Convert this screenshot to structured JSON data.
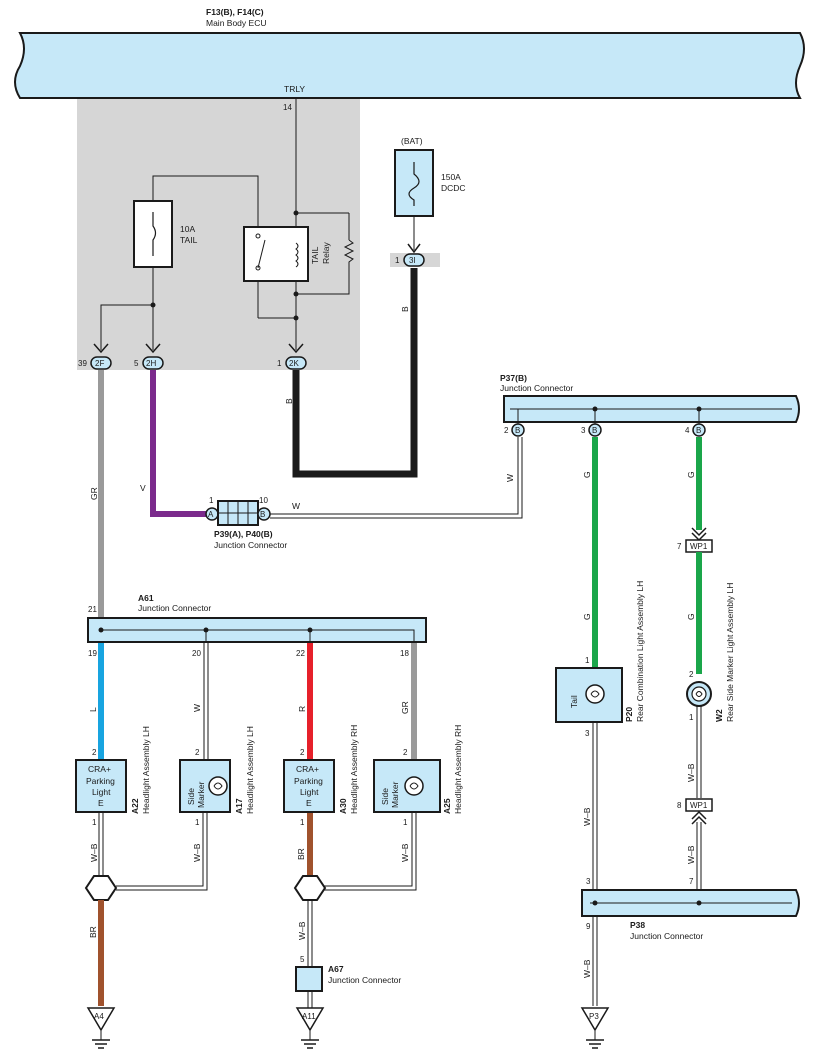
{
  "ecu": {
    "connectors": "F13(B), F14(C)",
    "name": "Main Body ECU",
    "terminal_name": "TRLY",
    "terminal_pin": "14",
    "fuse_rating": "10A",
    "fuse_name": "TAIL",
    "relay_name": "TAIL",
    "relay_word": "Relay",
    "outputs": [
      {
        "pin": "39",
        "code": "2F"
      },
      {
        "pin": "5",
        "code": "2H"
      },
      {
        "pin": "1",
        "code": "2K"
      }
    ]
  },
  "bat_fuse": {
    "source": "(BAT)",
    "rating": "150A",
    "name": "DCDC",
    "pin": "1",
    "code": "3I"
  },
  "wire_colors": {
    "gr": "GR",
    "v": "V",
    "b": "B",
    "w": "W",
    "g": "G",
    "l": "L",
    "r": "R",
    "br": "BR",
    "wb": "W–B"
  },
  "p39": {
    "label": "P39(A), P40(B)",
    "desc": "Junction Connector",
    "pin_a": "1",
    "pin_b": "10",
    "code_a": "A",
    "code_b": "B"
  },
  "p37": {
    "label": "P37(B)",
    "desc": "Junction Connector",
    "pins": [
      {
        "pin": "2",
        "code": "B"
      },
      {
        "pin": "3",
        "code": "B"
      },
      {
        "pin": "4",
        "code": "B"
      }
    ]
  },
  "a61": {
    "label": "A61",
    "desc": "Junction Connector",
    "in_pin": "21",
    "pins": [
      "19",
      "20",
      "22",
      "18"
    ]
  },
  "components": [
    {
      "id": "A22",
      "name": "Headlight Assembly LH",
      "line1": "CRA+",
      "line2": "Parking",
      "line3": "Light",
      "line4": "E",
      "pin_top": "2",
      "pin_bot": "1"
    },
    {
      "id": "A17",
      "name": "Headlight Assembly LH",
      "line1": "Side",
      "line2": "Marker",
      "pin_top": "2",
      "pin_bot": "1"
    },
    {
      "id": "A30",
      "name": "Headlight Assembly RH",
      "line1": "CRA+",
      "line2": "Parking",
      "line3": "Light",
      "line4": "E",
      "pin_top": "2",
      "pin_bot": "1"
    },
    {
      "id": "A25",
      "name": "Headlight Assembly RH",
      "line1": "Side",
      "line2": "Marker",
      "pin_top": "2",
      "pin_bot": "1"
    },
    {
      "id": "P20",
      "name": "Rear Combination Light Assembly LH",
      "line1": "Tail",
      "pin_top": "1",
      "pin_bot": "3"
    },
    {
      "id": "W2",
      "name": "Rear Side Marker Light Assembly LH",
      "pin_top": "2",
      "pin_bot": "1"
    }
  ],
  "wp1": {
    "top_pin": "7",
    "bot_pin": "8",
    "label": "WP1"
  },
  "a67": {
    "label": "A67",
    "desc": "Junction Connector",
    "pin": "5"
  },
  "p38": {
    "label": "P38",
    "desc": "Junction Connector",
    "pin_in1": "3",
    "pin_in2": "7",
    "pin_out": "9"
  },
  "grounds": [
    "A4",
    "A11",
    "P3"
  ],
  "colors": {
    "connector_fill": "#c6e8f8",
    "ecu_shade": "#d6d6d6",
    "gray_wire": "#9a9a9a",
    "violet_wire": "#7b2a8c",
    "black_wire": "#1a1a1a",
    "green_wire": "#1aa64a",
    "blue_wire": "#18a4e0",
    "red_wire": "#e6202a",
    "brown_wire": "#a0522d"
  }
}
